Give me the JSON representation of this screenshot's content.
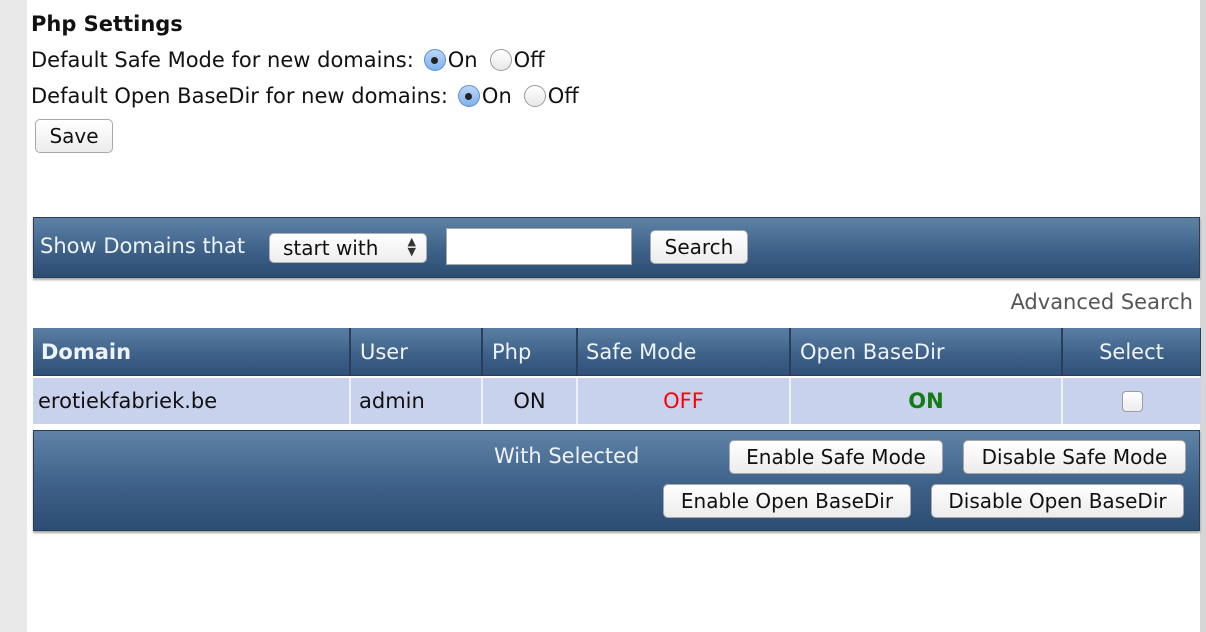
{
  "php_settings": {
    "title": "Php Settings",
    "safe_mode": {
      "label": "Default Safe Mode for new domains:",
      "on_label": "On",
      "off_label": "Off",
      "selected": "On"
    },
    "open_basedir": {
      "label": "Default Open BaseDir for new domains:",
      "on_label": "On",
      "off_label": "Off",
      "selected": "On"
    },
    "save_label": "Save"
  },
  "search_bar": {
    "label": "Show Domains that",
    "filter_value": "start with",
    "input_value": "",
    "button_label": "Search"
  },
  "advanced_search_label": "Advanced Search",
  "table": {
    "headers": [
      "Domain",
      "User",
      "Php",
      "Safe Mode",
      "Open BaseDir",
      "Select"
    ],
    "rows": [
      {
        "domain": "erotiekfabriek.be",
        "user": "admin",
        "php": "ON",
        "safe_mode": "OFF",
        "open_basedir": "ON",
        "selected": false
      }
    ],
    "status_colors": {
      "off": "#ff0000",
      "on": "#137c13"
    }
  },
  "with_selected": {
    "label": "With Selected",
    "enable_safe_mode": "Enable Safe Mode",
    "disable_safe_mode": "Disable Safe Mode",
    "enable_open_basedir": "Enable Open BaseDir",
    "disable_open_basedir": "Disable Open BaseDir"
  }
}
